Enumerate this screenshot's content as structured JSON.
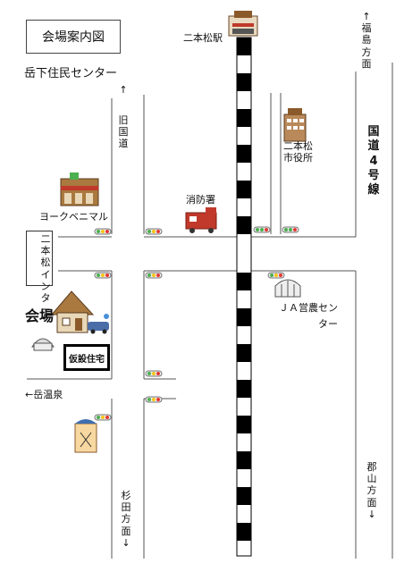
{
  "title": "会場案内図",
  "subtitle": "岳下住民センター",
  "labels": {
    "station": "二本松駅",
    "fukushima": "↑福島方面",
    "old_road_arrow": "↑",
    "old_road": "旧国道",
    "city_hall": "二本松市役所",
    "route4": "国道4号線",
    "york": "ヨークベニマル",
    "fire": "消防署",
    "interchange": "二本松インター",
    "venue": "会場",
    "temp_housing": "仮設住宅",
    "ja": "ＪＡ営農センター",
    "dake_onsen": "←岳温泉",
    "sugita": "杉田方面↓",
    "koriyama": "郡山方面↓"
  },
  "icons": [
    "train-station-icon",
    "city-hall-icon",
    "supermarket-icon",
    "fire-truck-icon",
    "ja-barn-icon",
    "house-icon",
    "car-icon",
    "community-center-icon",
    "shop-icon",
    "traffic-light-icon"
  ],
  "colors": {
    "rail_black": "#000000",
    "road": "#555555",
    "fire_red": "#c0392b",
    "signal_green": "#4caf50",
    "signal_red": "#e53935",
    "signal_yellow": "#f5c518"
  }
}
